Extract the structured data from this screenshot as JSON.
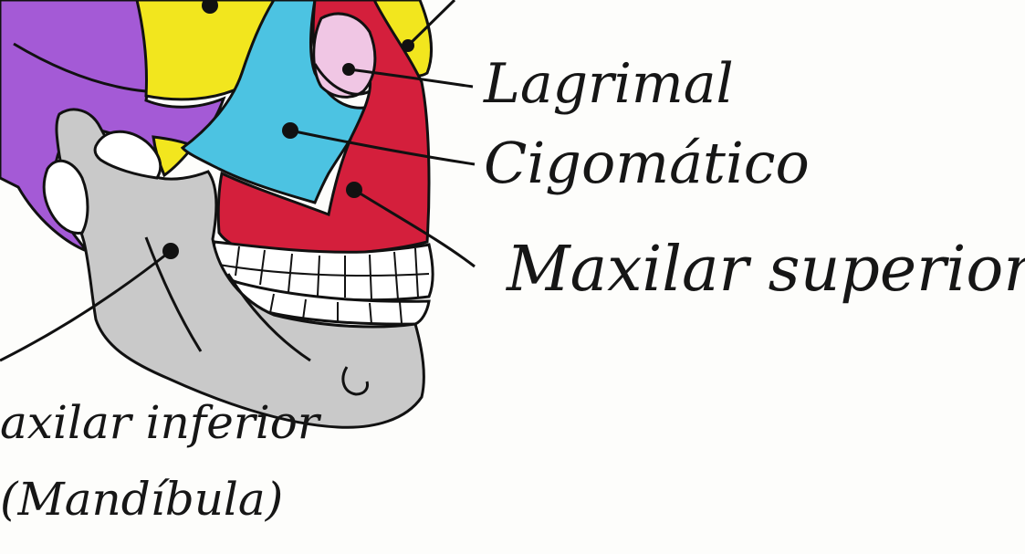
{
  "labels": {
    "lagrimal": "Lagrimal",
    "cigomatico": "Cigomático",
    "maxilar_superior": "Maxilar superior",
    "maxilar_inferior_line1": "axilar inferior",
    "maxilar_inferior_line2": "(Mandíbula)"
  },
  "colors": {
    "background": "#fdfdfb",
    "parietal_temporal": "#a45ad6",
    "frontal": "#f2e61e",
    "zygomatic": "#4cc3e2",
    "maxilla": "#d41f3c",
    "lacrimal": "#f0c6e4",
    "mandible": "#c9c9c9",
    "teeth": "#ffffff",
    "outline": "#111111"
  }
}
